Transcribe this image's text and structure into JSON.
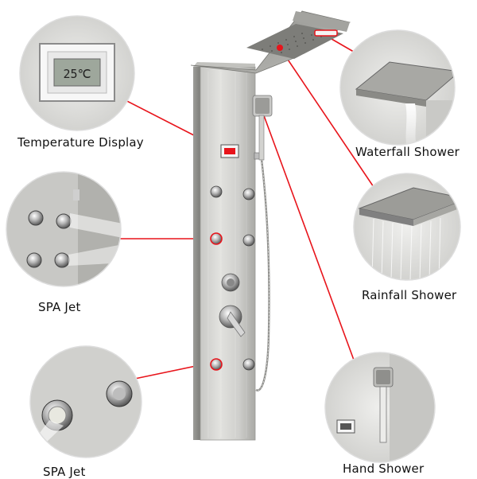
{
  "callouts": {
    "temperature_display": "Temperature Display",
    "spa_jet_upper": "SPA Jet",
    "spa_jet_lower": "SPA Jet",
    "waterfall_shower": "Waterfall Shower",
    "rainfall_shower": "Rainfall Shower",
    "hand_shower": "Hand Shower"
  },
  "display": {
    "reading": "25℃"
  },
  "colors": {
    "steel_light": "#d9d9d6",
    "steel_mid": "#b7b7b3",
    "steel_dark": "#8c8c88",
    "leader_line": "#e8141b",
    "circle_border": "#dddddd"
  }
}
